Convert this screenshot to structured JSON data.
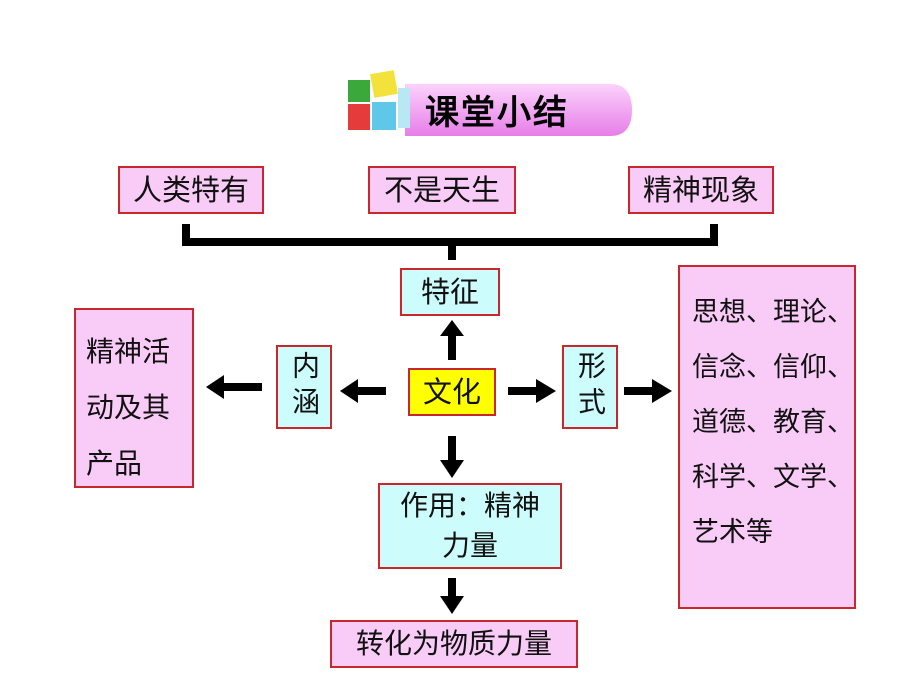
{
  "title": "课堂小结",
  "top_boxes": [
    "人类特有",
    "不是天生",
    "精神现象"
  ],
  "center": "文化",
  "feature": "特征",
  "connotation": "内涵",
  "form": "形式",
  "content_left": "精神活\n动及其\n产品",
  "forms_list": "思想、理论、\n信念、信仰、\n道德、教育、\n科学、文学、\n艺术等",
  "function": "作用：精神\n力量",
  "transform": "转化为物质力量",
  "colors": {
    "pink_fill": "#f9ccf8",
    "cyan_fill": "#ccfcfc",
    "yellow_fill": "#ffff00",
    "border": "#c8282c"
  }
}
